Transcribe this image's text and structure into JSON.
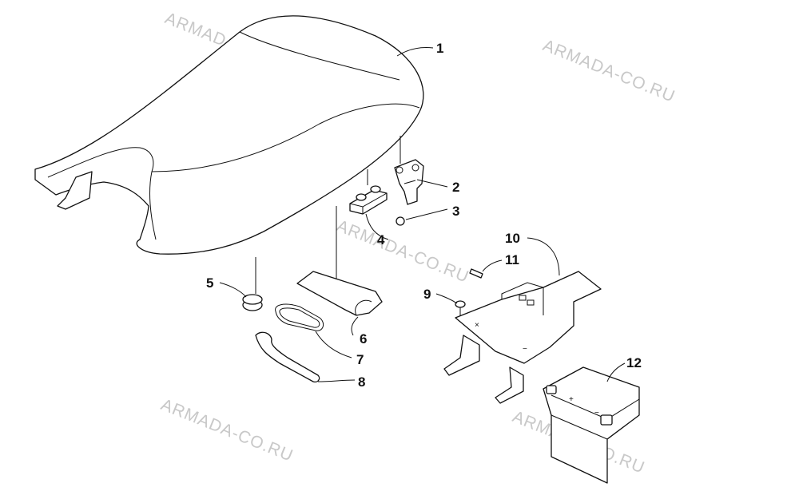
{
  "watermark": "ARMADA-CO.RU",
  "callouts": [
    "1",
    "2",
    "3",
    "4",
    "5",
    "6",
    "7",
    "8",
    "9",
    "10",
    "11",
    "12"
  ],
  "battery": {
    "plus": "+",
    "minus": "−"
  }
}
